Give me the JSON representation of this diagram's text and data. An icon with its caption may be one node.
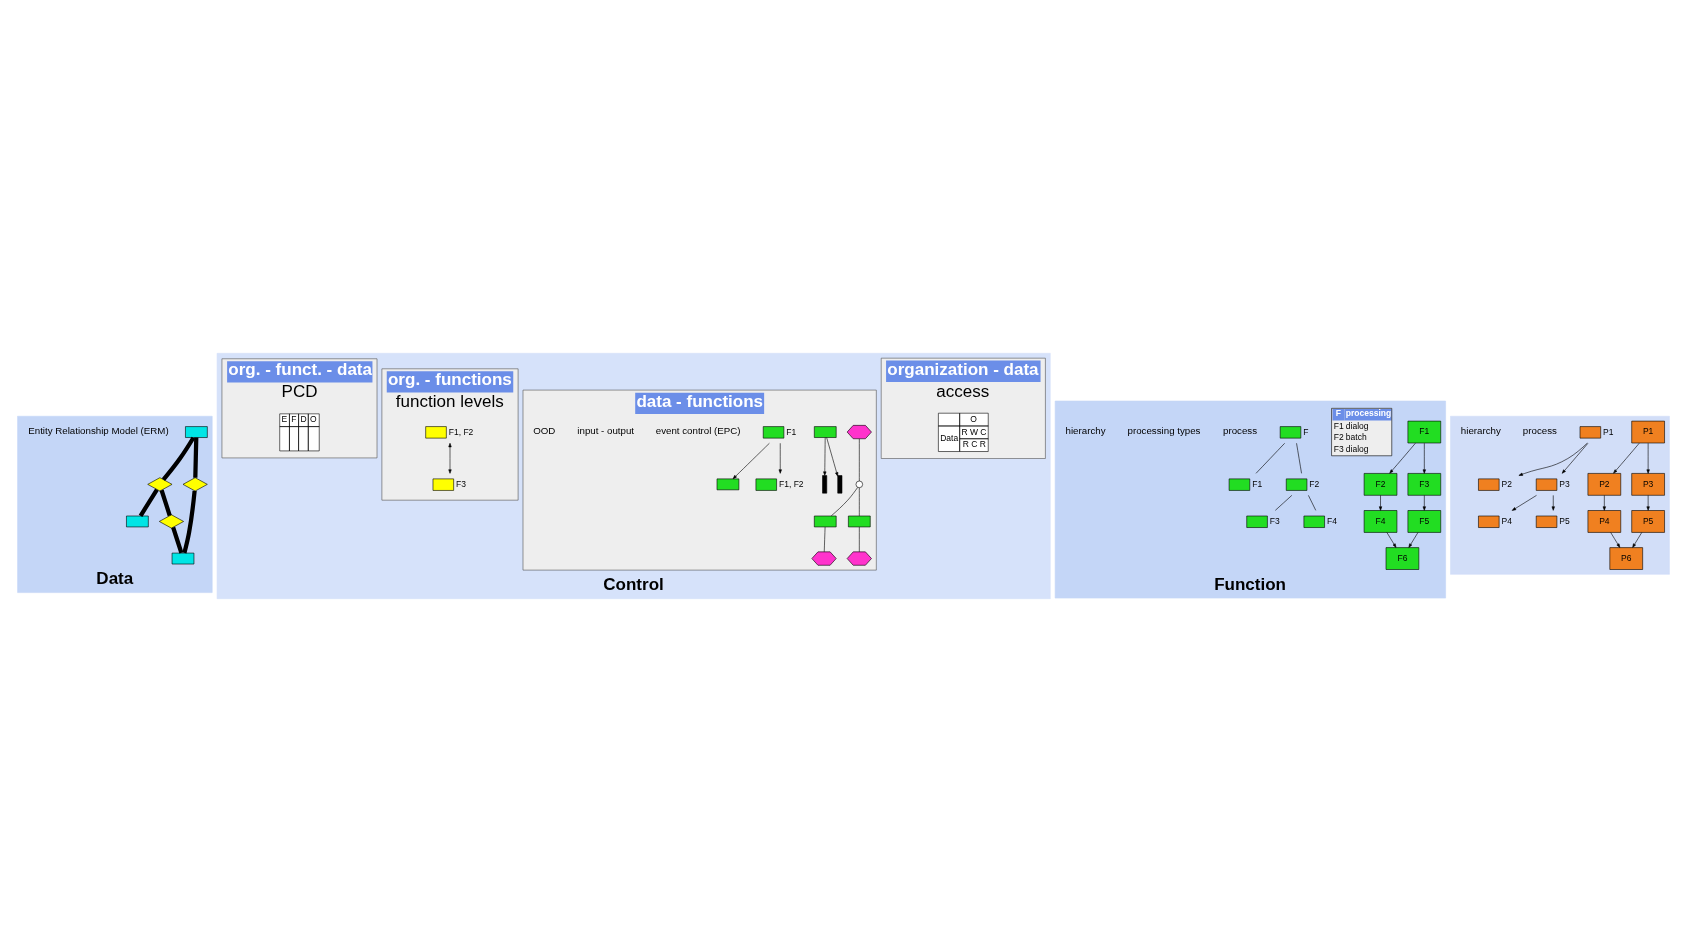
{
  "diagram": {
    "nodes": [
      {
        "text": [
          "Data"
        ]
      },
      {
        "text": [],
        "shape": "box",
        "in": 0
      },
      {
        "text": [],
        "shape": "diamond",
        "in": 0
      },
      {
        "text": [],
        "shape": "box",
        "in": 0
      },
      {
        "text": [],
        "shape": "diamond",
        "in": 0
      },
      {
        "text": [],
        "shape": "diamond",
        "in": 0
      },
      {
        "text": [],
        "shape": "box",
        "in": 0
      },
      {
        "text": [
          "Control"
        ]
      },
      {
        "text": [
          "organization - data",
          "access"
        ],
        "in": 7
      },
      {
        "text": [
          "O",
          "Data",
          "R W C",
          "R C R"
        ],
        "in": 8
      },
      {
        "text": [
          "data - functions"
        ],
        "in": 7
      },
      {
        "text": [],
        "shape": "hexagon",
        "in": 10
      },
      {
        "text": [],
        "shape": "circle",
        "in": 10
      },
      {
        "text": [],
        "shape": "box",
        "in": 10
      },
      {
        "text": [],
        "shape": "box",
        "in": 10
      },
      {
        "text": [],
        "shape": "hexagon",
        "in": 10
      },
      {
        "text": [],
        "shape": "hexagon",
        "in": 10
      },
      {
        "text": [],
        "shape": "bar",
        "in": 10
      },
      {
        "text": [],
        "shape": "box",
        "in": 10
      },
      {
        "text": [],
        "shape": "bar",
        "in": 10
      },
      {
        "text": [],
        "shape": "box",
        "beside": [
          "F1"
        ],
        "in": 10
      },
      {
        "text": [],
        "shape": "box",
        "in": 10
      },
      {
        "text": [],
        "shape": "box",
        "beside": [
          "F1, F2"
        ],
        "in": 10
      },
      {
        "text": [
          "org. - functions",
          "function levels"
        ],
        "in": 7
      },
      {
        "text": [],
        "shape": "ellipse",
        "beside": [
          "F1, F2"
        ],
        "in": 23
      },
      {
        "text": [],
        "shape": "ellipse",
        "beside": [
          "F3"
        ],
        "in": 23
      },
      {
        "text": [
          "org. - funct. - data",
          "PCD"
        ],
        "in": 7
      },
      {
        "text": [
          "E",
          "F",
          "D",
          "O"
        ],
        "in": 26
      },
      {
        "text": [
          "Function"
        ]
      },
      {
        "text": [
          "F1"
        ],
        "in": 28
      },
      {
        "text": [
          "F2"
        ],
        "in": 28
      },
      {
        "text": [
          "F3"
        ],
        "in": 28
      },
      {
        "text": [
          "F4"
        ],
        "in": 28
      },
      {
        "text": [
          "F5"
        ],
        "in": 28
      },
      {
        "text": [
          "F6"
        ],
        "in": 28
      },
      {
        "text": [
          "F",
          "processing",
          "F1",
          "dialog",
          "F2",
          "batch",
          "F3",
          "dialog"
        ],
        "in": 28
      },
      {
        "text": [],
        "shape": "box",
        "beside": [
          "F"
        ],
        "in": 28
      },
      {
        "text": [],
        "shape": "box",
        "beside": [
          "F1"
        ],
        "in": 28
      },
      {
        "text": [],
        "shape": "box",
        "beside": [
          "F2"
        ],
        "in": 28
      },
      {
        "text": [],
        "shape": "box",
        "beside": [
          "F3"
        ],
        "in": 28
      },
      {
        "text": [],
        "shape": "box",
        "beside": [
          "F4"
        ],
        "in": 28
      },
      {
        "text": [],
        "shape": "box"
      },
      {
        "text": [
          "P1"
        ],
        "in": 41
      },
      {
        "text": [
          "P2"
        ],
        "in": 41
      },
      {
        "text": [
          "P3"
        ],
        "in": 41
      },
      {
        "text": [
          "P4"
        ],
        "in": 41
      },
      {
        "text": [
          "P5"
        ],
        "in": 41
      },
      {
        "text": [
          "P6"
        ],
        "in": 41
      },
      {
        "text": [],
        "shape": "box",
        "beside": [
          "P1"
        ],
        "in": 41
      },
      {
        "text": [],
        "shape": "box",
        "beside": [
          "P2"
        ],
        "in": 41
      },
      {
        "text": [],
        "shape": "box",
        "beside": [
          "P3"
        ],
        "in": 41
      },
      {
        "text": [],
        "shape": "box",
        "beside": [
          "P4"
        ],
        "in": 41
      },
      {
        "text": [],
        "shape": "box",
        "beside": [
          "P5"
        ],
        "in": 41
      }
    ],
    "edges": [
      {
        "from": 1,
        "to": 2,
        "arrow": "none",
        "style": "thick"
      },
      {
        "from": 2,
        "to": 3,
        "arrow": "none",
        "style": "thick"
      },
      {
        "from": 1,
        "to": 4,
        "arrow": "none",
        "style": "thick"
      },
      {
        "from": 4,
        "to": 6,
        "arrow": "none",
        "style": "thick"
      },
      {
        "from": 2,
        "to": 5,
        "arrow": "none",
        "style": "thick"
      },
      {
        "from": 5,
        "to": 6,
        "arrow": "none",
        "style": "thick"
      },
      {
        "from": 11,
        "to": 12,
        "arrow": "none"
      },
      {
        "from": 12,
        "to": 13,
        "arrow": "none"
      },
      {
        "from": 12,
        "to": 14,
        "arrow": "none"
      },
      {
        "from": 13,
        "to": 15,
        "arrow": "none"
      },
      {
        "from": 14,
        "to": 16,
        "arrow": "none"
      },
      {
        "from": 18,
        "to": 17,
        "arrow": "to"
      },
      {
        "from": 18,
        "to": 19,
        "arrow": "to"
      },
      {
        "from": 20,
        "to": 21,
        "arrow": "to"
      },
      {
        "from": 20,
        "to": 22,
        "arrow": "to"
      },
      {
        "from": 24,
        "to": 25,
        "arrow": "both"
      },
      {
        "from": 29,
        "to": 30,
        "arrow": "to"
      },
      {
        "from": 29,
        "to": 31,
        "arrow": "to"
      },
      {
        "from": 30,
        "to": 32,
        "arrow": "to"
      },
      {
        "from": 31,
        "to": 33,
        "arrow": "to"
      },
      {
        "from": 32,
        "to": 34,
        "arrow": "to"
      },
      {
        "from": 33,
        "to": 34,
        "arrow": "to"
      },
      {
        "from": 36,
        "to": 37,
        "arrow": "none"
      },
      {
        "from": 36,
        "to": 38,
        "arrow": "none"
      },
      {
        "from": 38,
        "to": 39,
        "arrow": "none"
      },
      {
        "from": 38,
        "to": 40,
        "arrow": "none"
      },
      {
        "from": 42,
        "to": 43,
        "arrow": "to"
      },
      {
        "from": 42,
        "to": 44,
        "arrow": "to"
      },
      {
        "from": 43,
        "to": 45,
        "arrow": "to"
      },
      {
        "from": 44,
        "to": 46,
        "arrow": "to"
      },
      {
        "from": 45,
        "to": 47,
        "arrow": "to"
      },
      {
        "from": 46,
        "to": 47,
        "arrow": "to"
      },
      {
        "from": 48,
        "to": 49,
        "arrow": "to"
      },
      {
        "from": 48,
        "to": 50,
        "arrow": "to"
      },
      {
        "from": 50,
        "to": 51,
        "arrow": "to"
      },
      {
        "from": 50,
        "to": 52,
        "arrow": "to"
      }
    ],
    "labels": [
      "Entity Relationship Model (ERM)",
      "event control (EPC)",
      "input - output",
      "OOD",
      "process",
      "processing types",
      "hierarchy",
      "process",
      "hierarchy"
    ]
  }
}
